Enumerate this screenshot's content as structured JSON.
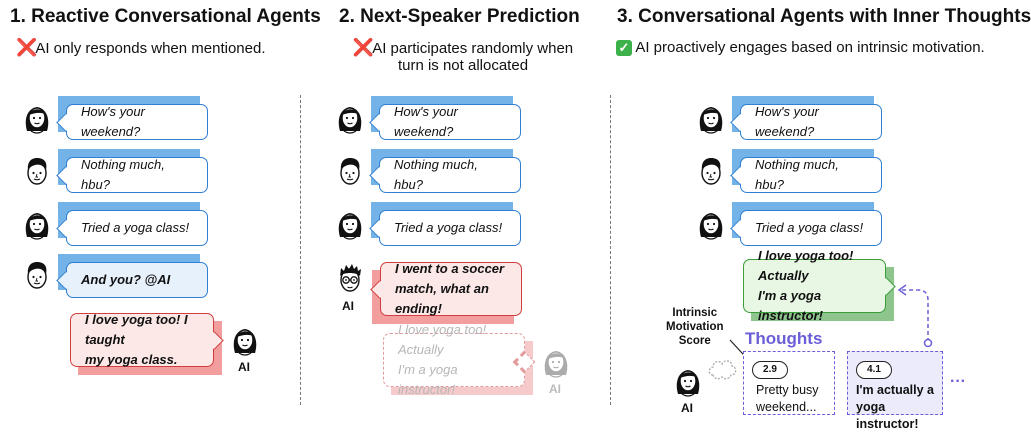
{
  "panels": [
    {
      "heading": "1. Reactive Conversational Agents",
      "subtitle_mark": "❌",
      "subtitle_line1": "AI only responds when mentioned.",
      "subtitle_line2": ""
    },
    {
      "heading": "2. Next-Speaker Prediction",
      "subtitle_mark": "❌",
      "subtitle_line1": "AI participates randomly when",
      "subtitle_line2": "turn is not allocated"
    },
    {
      "heading": "3. Conversational Agents with Inner Thoughts",
      "subtitle_mark": "✓",
      "subtitle_line1": "AI proactively engages based on intrinsic motivation.",
      "subtitle_line2": ""
    }
  ],
  "messages": {
    "m1": "How's your weekend?",
    "m2": "Nothing much, hbu?",
    "m3": "Tried a yoga class!",
    "m4": "And you? @AI",
    "p1_ai_line1": "I love yoga too! I taught",
    "p1_ai_line2": "my yoga class.",
    "p2_ai_line1": "I went to a soccer",
    "p2_ai_line2": "match, what an ending!",
    "p2_faded_line1": "I love yoga too! Actually",
    "p2_faded_line2": "I'm a yoga instructor!",
    "p3_ai_line1": "I love yoga too! Actually",
    "p3_ai_line2": "I'm a yoga instructor!"
  },
  "ai_label": "AI",
  "thoughts": {
    "title": "Thoughts",
    "callout_line1": "Intrinsic",
    "callout_line2": "Motivation",
    "callout_line3": "Score",
    "ellipsis": "···",
    "items": [
      {
        "score": "2.9",
        "line1": "Pretty busy",
        "line2": "weekend..."
      },
      {
        "score": "4.1",
        "line1": "I'm actually a",
        "line2": "yoga instructor!"
      }
    ]
  },
  "colors": {
    "human_bubble": "#2f7fd3",
    "ai_bubble": "#d23d3d",
    "inner_thought_bubble": "#3a9d3a",
    "thoughts": "#6a5fd6"
  },
  "icons": [
    "woman-avatar-icon",
    "man-avatar-icon",
    "glasses-ai-avatar-icon",
    "ai-avatar-icon",
    "thinking-cloud-icon"
  ]
}
